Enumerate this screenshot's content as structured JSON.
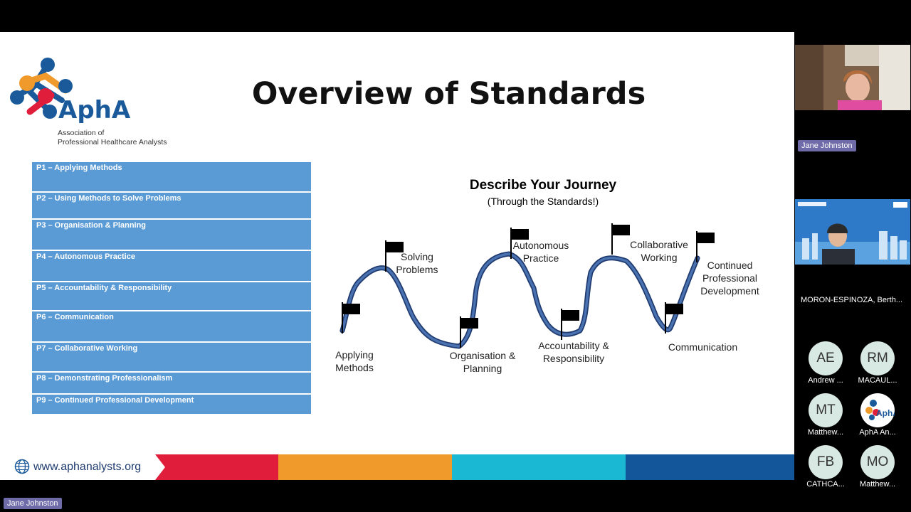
{
  "slide": {
    "title": "Overview of Standards",
    "logo": {
      "name": "AphA",
      "subtitle_line1": "Association of",
      "subtitle_line2": "Professional Healthcare Analysts"
    },
    "standards": [
      "P1 – Applying Methods",
      "P2 – Using Methods to Solve Problems",
      "P3 – Organisation & Planning",
      "P4 – Autonomous Practice",
      "P5 – Accountability & Responsibility",
      "P6 – Communication",
      "P7 – Collaborative Working",
      "P8 – Demonstrating Professionalism",
      "P9 – Continued Professional Development"
    ],
    "journey": {
      "title": "Describe Your Journey",
      "subtitle": "(Through the Standards!)",
      "labels": [
        [
          "Applying",
          "Methods"
        ],
        [
          "Solving",
          "Problems"
        ],
        [
          "Organisation &",
          "Planning"
        ],
        [
          "Autonomous",
          "Practice"
        ],
        [
          "Accountability &",
          "Responsibility"
        ],
        [
          "Collaborative",
          "Working"
        ],
        [
          "Communication"
        ],
        [
          "Continued",
          "Professional",
          "Development"
        ]
      ]
    },
    "footer": {
      "url": "www.aphanalysts.org",
      "colors": [
        "#e01e3c",
        "#ef9a2a",
        "#1ab8d2",
        "#13569a"
      ]
    }
  },
  "presenter_tag": "Jane Johnston",
  "participants_panel": {
    "video_tiles": [
      {
        "name": "Jane Johnston"
      },
      {
        "name": "MORON-ESPINOZA, Berth..."
      }
    ],
    "avatars": [
      {
        "initials": "AE",
        "name": "Andrew ..."
      },
      {
        "initials": "RM",
        "name": "MACAUL..."
      },
      {
        "initials": "MT",
        "name": "Matthew..."
      },
      {
        "initials": "",
        "name": "AphA An...",
        "logo": true
      },
      {
        "initials": "FB",
        "name": "CATHCA..."
      },
      {
        "initials": "MO",
        "name": "Matthew..."
      }
    ]
  }
}
